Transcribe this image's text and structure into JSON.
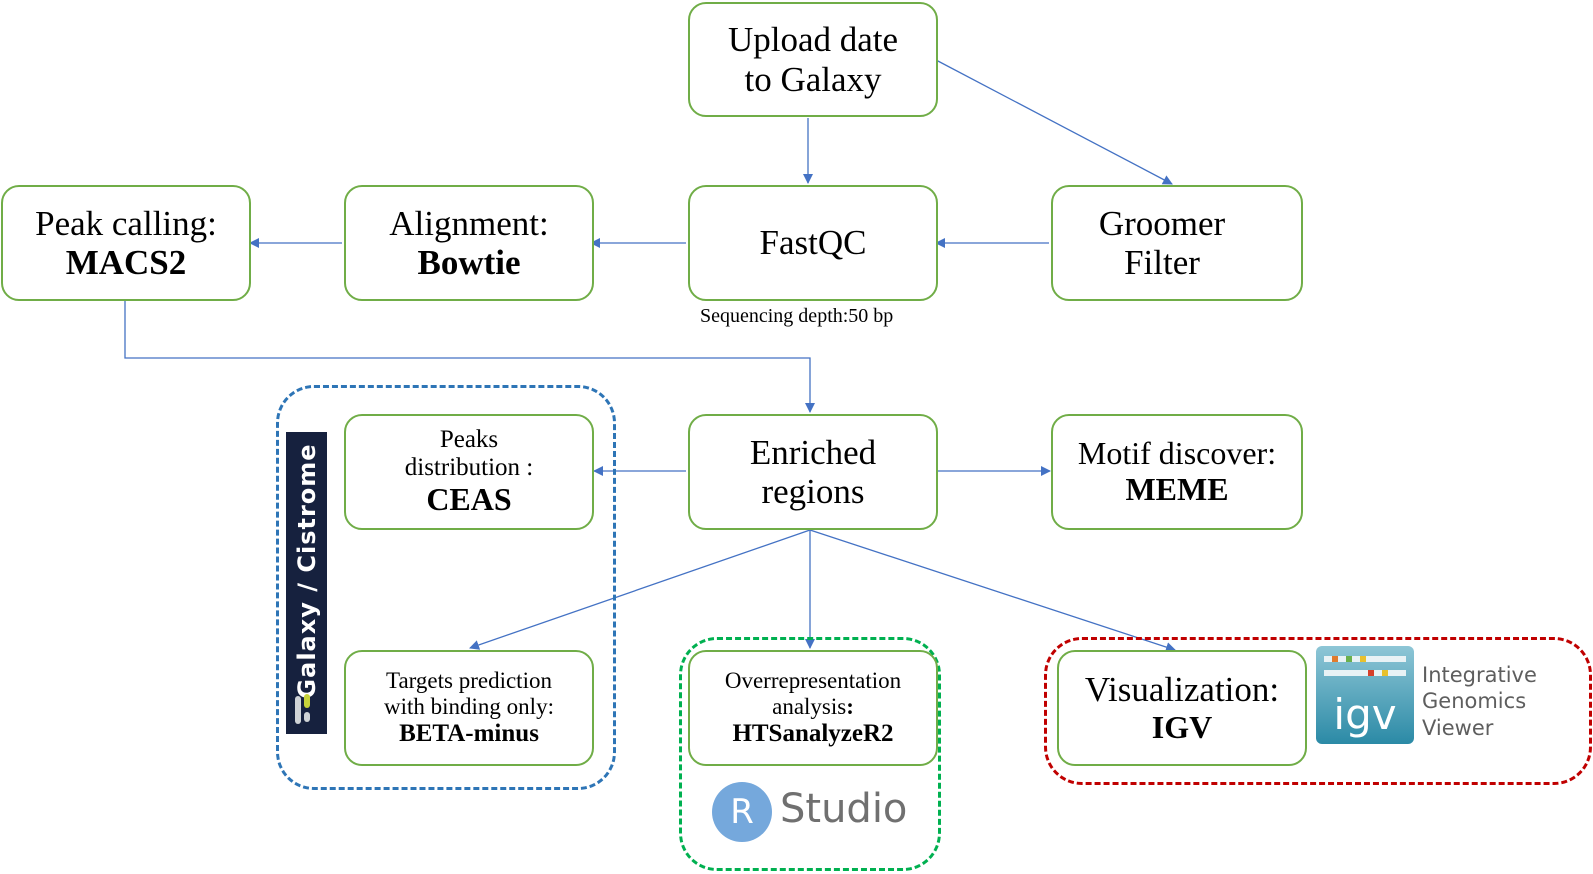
{
  "nodes": {
    "upload": {
      "line1": "Upload date",
      "line2": "to Galaxy"
    },
    "groomer": {
      "line1": "Groomer",
      "line2": "Filter"
    },
    "fastqc": {
      "label": "FastQC",
      "note": "Sequencing depth:50 bp"
    },
    "alignment": {
      "line1": "Alignment:",
      "tool": "Bowtie"
    },
    "peak_calling": {
      "line1": "Peak calling:",
      "tool": "MACS2"
    },
    "enriched": {
      "line1": "Enriched",
      "line2": "regions"
    },
    "peaks_dist": {
      "line1": "Peaks",
      "line2": "distribution :",
      "tool": "CEAS"
    },
    "motif": {
      "line1": "Motif discover:",
      "tool": "MEME"
    },
    "targets": {
      "line1": "Targets prediction",
      "line2": "with binding only:",
      "tool": "BETA-minus"
    },
    "overrep": {
      "line1": "Overrepresentation",
      "line2": "analysis",
      "colon": ":",
      "tool": "HTSanalyzeR2"
    },
    "visualization": {
      "line1": "Visualization:",
      "tool": "IGV"
    }
  },
  "logos": {
    "galaxy": {
      "text": "Galaxy / Cistrome"
    },
    "rstudio": {
      "letter": "R",
      "word": "Studio"
    },
    "igv": {
      "icon_text": "igv",
      "line1": "Integrative",
      "line2": "Genomics",
      "line3": "Viewer"
    }
  },
  "colors": {
    "box_border": "#70ad47",
    "arrow": "#4472c4",
    "group_blue": "#2e75b6",
    "group_green": "#00b050",
    "group_red": "#c00000"
  }
}
